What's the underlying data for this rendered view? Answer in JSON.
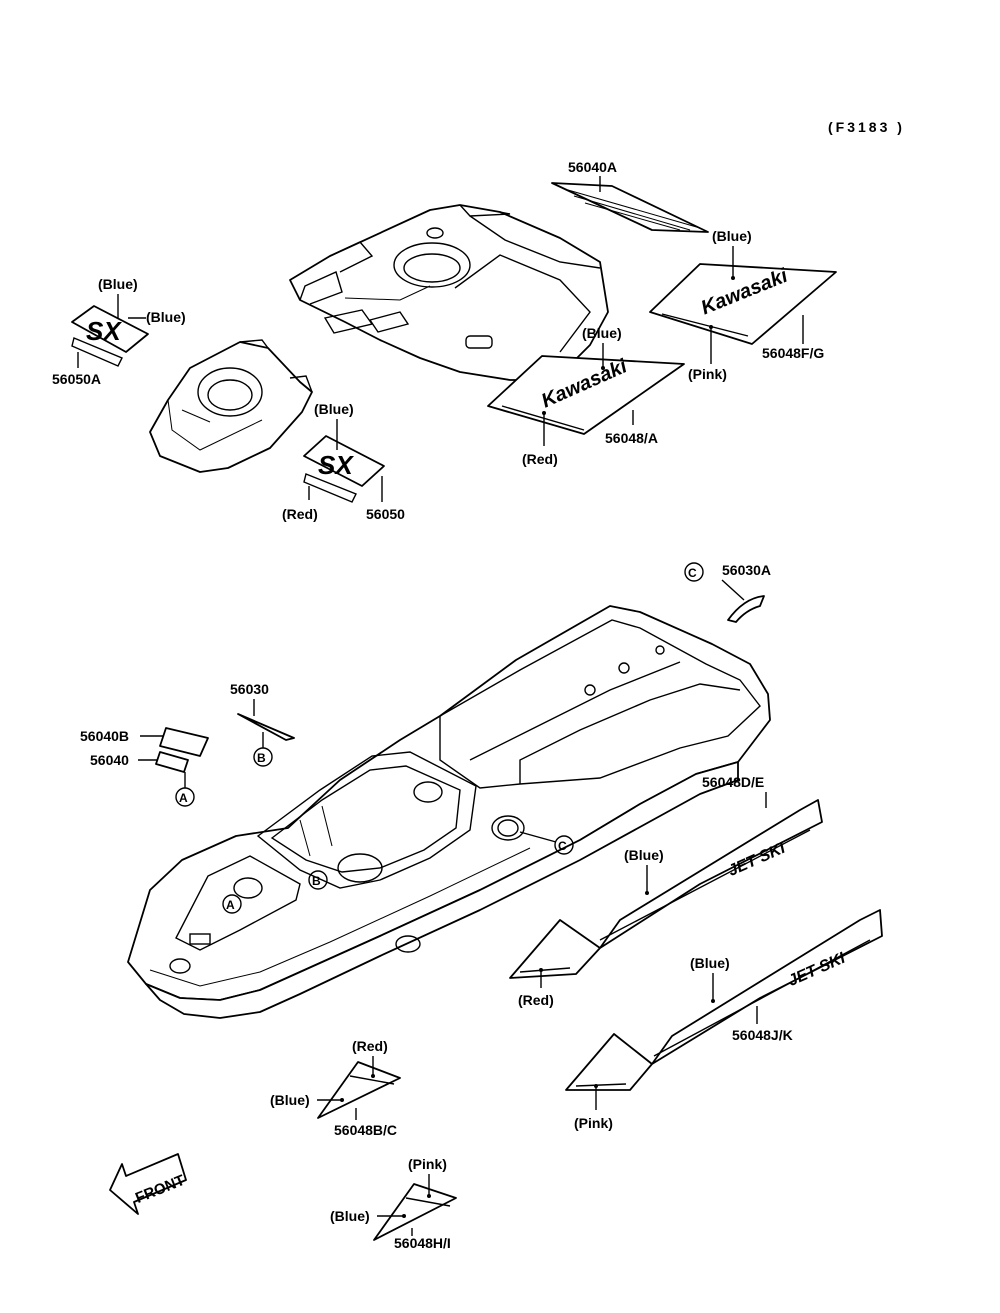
{
  "figure_code": "(F3183 )",
  "colors": {
    "line": "#000000",
    "paper": "#ffffff"
  },
  "decal_text": {
    "kawasaki": "Kawasaki",
    "brand": "Kawasaki",
    "model_badge": "SX",
    "jetski": "JET SKI",
    "front": "FRONT"
  },
  "labels": {
    "p56040A": "56040A",
    "p56048FG": "56048F/G",
    "p56048A": "56048/A",
    "p56050A": "56050A",
    "p56050": "56050",
    "p56030A": "56030A",
    "p56030": "56030",
    "p56040B": "56040B",
    "p56040": "56040",
    "p56048DE": "56048D/E",
    "p56048JK": "56048J/K",
    "p56048BC": "56048B/C",
    "p56048HI": "56048H/I",
    "blue": "(Blue)",
    "pink": "(Pink)",
    "red": "(Red)",
    "ref_a": "A",
    "ref_b": "B",
    "ref_c": "C"
  }
}
